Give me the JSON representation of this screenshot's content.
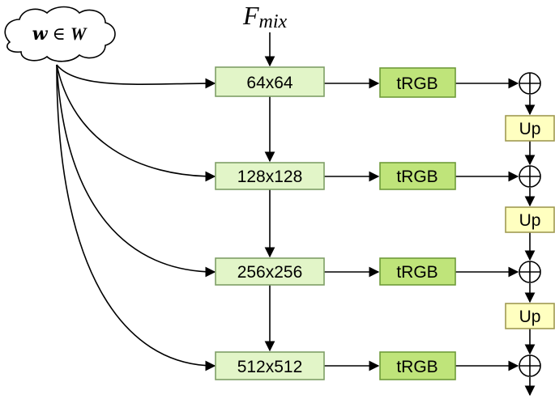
{
  "latent": {
    "w": "w",
    "in": "∈",
    "space": "W"
  },
  "injection": {
    "symbol": "F",
    "subscript": "mix"
  },
  "resolutions": [
    "64x64",
    "128x128",
    "256x256",
    "512x512"
  ],
  "trgb_label": "tRGB",
  "up_label": "Up",
  "colors": {
    "resolution_block": "#e2f5c8",
    "trgb_block": "#bfe47a",
    "up_block": "#ffffc0"
  },
  "icons": {
    "latent_cloud": "cloud-shape",
    "sum_node": "circle-plus-icon"
  }
}
